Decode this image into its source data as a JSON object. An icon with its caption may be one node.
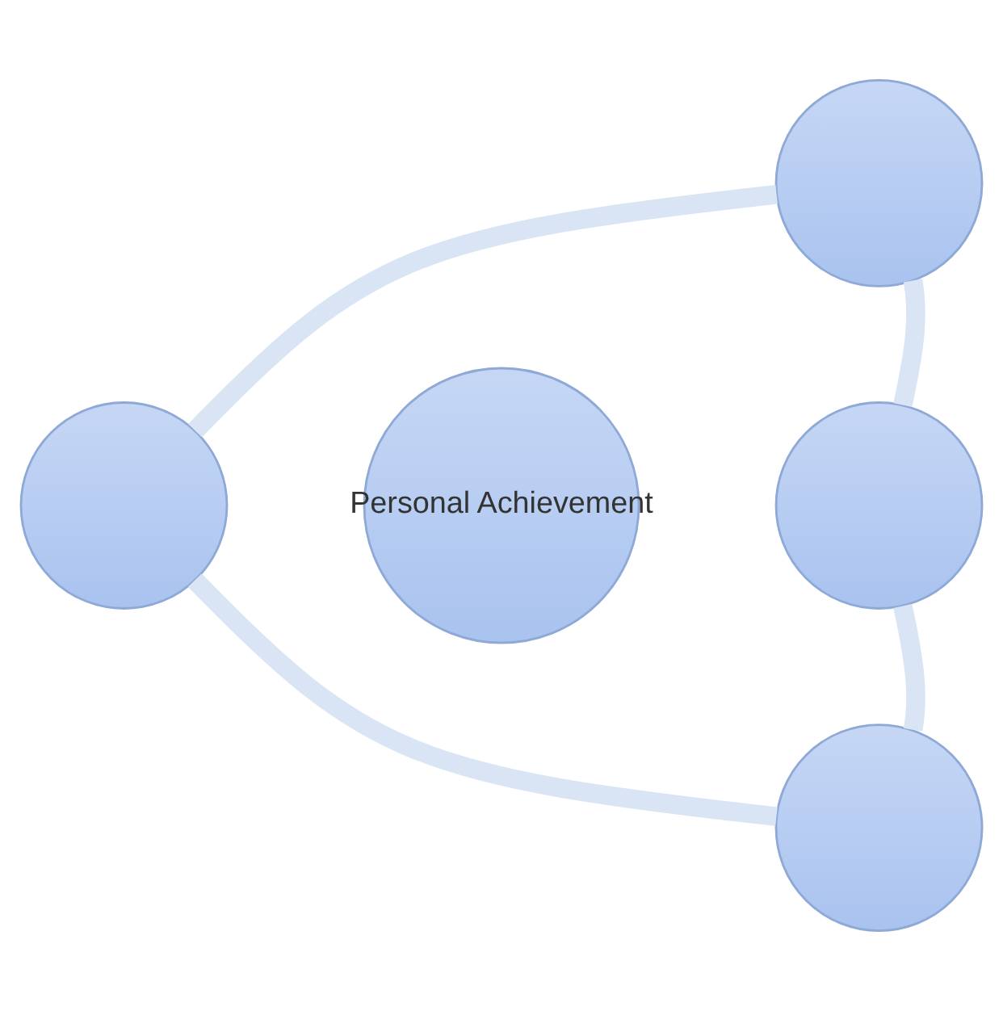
{
  "diagram": {
    "nodes": [
      {
        "text": [],
        "shape": "circle"
      },
      {
        "text": [],
        "shape": "circle"
      },
      {
        "text": [
          "Personal Achievement"
        ]
      },
      {
        "text": [],
        "shape": "circle"
      },
      {
        "text": [],
        "shape": "circle"
      }
    ],
    "edges": [
      {
        "from": 0,
        "to": 3,
        "arrow": "none"
      },
      {
        "from": 3,
        "to": 4,
        "arrow": "none"
      },
      {
        "from": 4,
        "to": 1,
        "arrow": "none"
      },
      {
        "from": 1,
        "to": 0,
        "arrow": "none"
      }
    ]
  }
}
